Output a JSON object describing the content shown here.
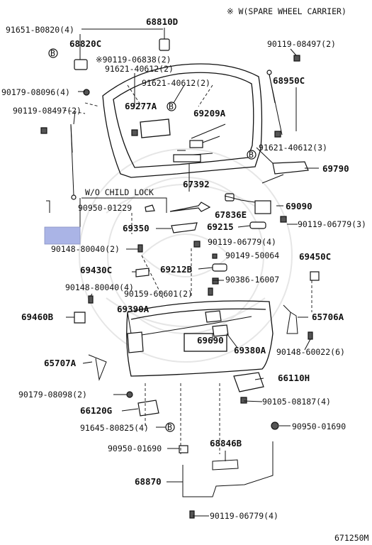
{
  "note": "※ W(SPARE WHEEL CARRIER)",
  "doc_code": "671250M",
  "subheading": "W/O CHILD LOCK",
  "highlight_color": "#aab4e6",
  "labels": {
    "l68810D": "68810D",
    "l91651_B0820": "91651-B0820(4)",
    "l68820C": "68820C",
    "l90119_06838": "※90119-06838(2)",
    "l91621_40612a": "91621-40612(2)",
    "l91621_40612b": "91621-40612(2)",
    "l90179_08096": "90179-08096(4)",
    "l90119_08497L": "90119-08497(2)",
    "l69277A": "69277A",
    "l69209A": "69209A",
    "l90119_08497R": "90119-08497(2)",
    "l68950C": "68950C",
    "l91621_40612c": "91621-40612(3)",
    "l69790": "69790",
    "l67392": "67392",
    "l90950_01229": "90950-01229",
    "l67836E": "67836E",
    "l69090": "69090",
    "l69350": "69350",
    "l69215": "69215",
    "l90119_06779a": "90119-06779(3)",
    "l90119_06779b": "90119-06779(4)",
    "l90148_80040a": "90148-80040(2)",
    "l90149_50064": "90149-50064",
    "l69450C": "69450C",
    "l69430C": "69430C",
    "l69212B": "69212B",
    "l90386_16007": "90386-16007",
    "l90148_80040b": "90148-80040(4)",
    "l90159_60601": "90159-60601(2)",
    "l69460B": "69460B",
    "l69390A": "69390A",
    "l65706A": "65706A",
    "l69690": "69690",
    "l69380A": "69380A",
    "l90148_60022": "90148-60022(6)",
    "l65707A": "65707A",
    "l66110H": "66110H",
    "l90179_08098": "90179-08098(2)",
    "l90105_08187": "90105-08187(4)",
    "l66120G": "66120G",
    "l91645_80825": "91645-80825(4)",
    "l90950_01690a": "90950-01690",
    "l90950_01690b": "90950-01690",
    "l68846B": "68846B",
    "l68870": "68870",
    "l90119_06779c": "90119-06779(4)"
  },
  "markers": {
    "b": "B"
  }
}
